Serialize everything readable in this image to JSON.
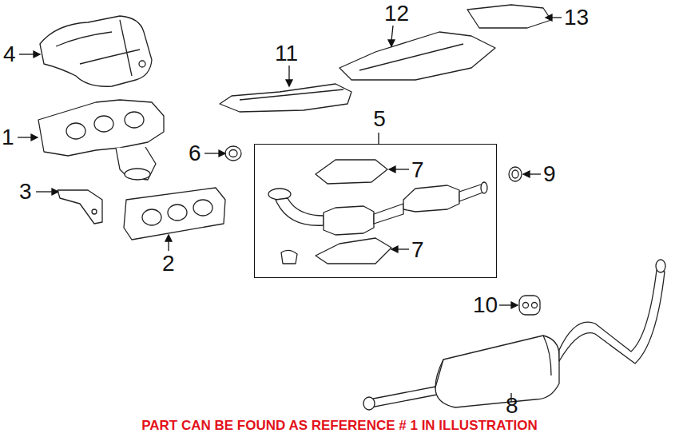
{
  "diagram": {
    "nodes": [
      {
        "text": [
          "5",
          "7",
          "7"
        ]
      }
    ],
    "labels": [
      "4",
      "1",
      "3",
      "2",
      "6",
      "9",
      "10",
      "8",
      "11",
      "12",
      "13",
      "PART CAN BE FOUND AS REFERENCE # 1 IN ILLUSTRATION"
    ]
  }
}
